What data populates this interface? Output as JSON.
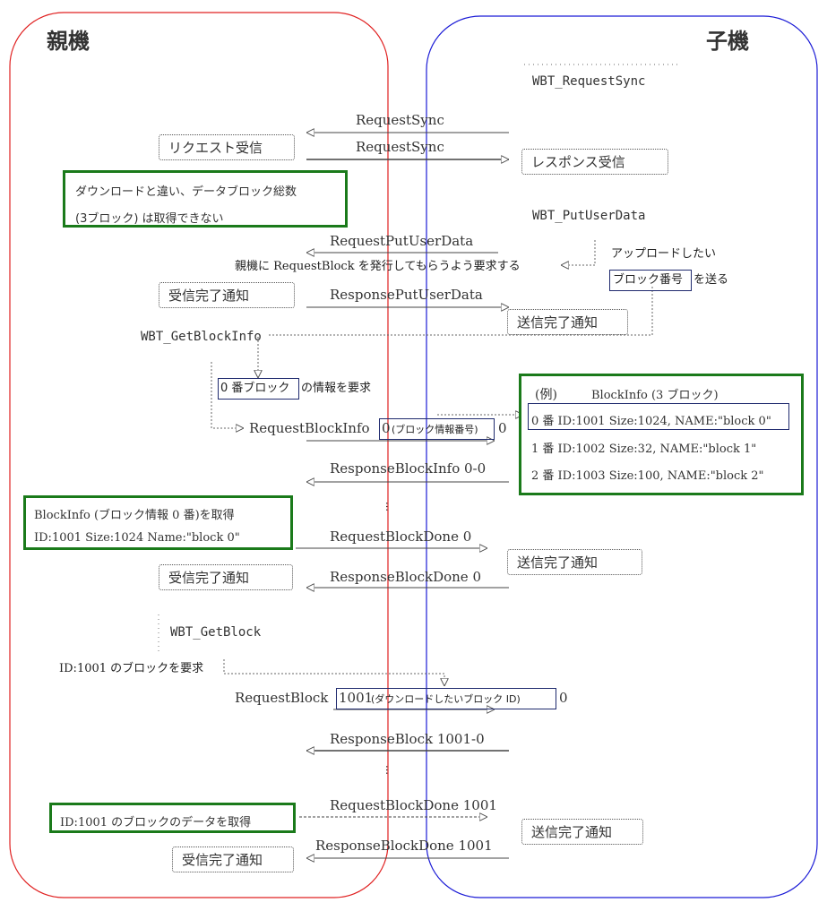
{
  "headings": {
    "parent": "親機",
    "child": "子機"
  },
  "calls": {
    "request_sync": "WBT_RequestSync",
    "put_user_data": "WBT_PutUserData",
    "get_block_info": "WBT_GetBlockInfo",
    "get_block": "WBT_GetBlock"
  },
  "messages": {
    "request_sync_1": "RequestSync",
    "request_sync_2": "RequestSync",
    "request_put_user_data": "RequestPutUserData",
    "response_put_user_data": "ResponsePutUserData",
    "request_block_info_prefix": "RequestBlockInfo",
    "request_block_info_num": "0",
    "request_block_info_sub": "(ブロック情報番号)",
    "request_block_info_suffix": "0",
    "response_block_info": "ResponseBlockInfo 0-0",
    "request_block_done_0": "RequestBlockDone 0",
    "response_block_done_0": "ResponseBlockDone 0",
    "request_block_prefix": "RequestBlock",
    "request_block_id": "1001",
    "request_block_sub": "(ダウンロードしたいブロック ID)",
    "request_block_suffix": "0",
    "response_block": "ResponseBlock 1001-0",
    "request_block_done_1001": "RequestBlockDone 1001",
    "response_block_done_1001": "ResponseBlockDone 1001"
  },
  "boxes": {
    "request_received": "リクエスト受信",
    "response_received": "レスポンス受信",
    "receive_complete_1": "受信完了通知",
    "send_complete_1": "送信完了通知",
    "receive_complete_2": "受信完了通知",
    "send_complete_2": "送信完了通知",
    "send_complete_3": "送信完了通知",
    "receive_complete_3": "受信完了通知"
  },
  "notes": {
    "download_note_1": "ダウンロードと違い、データブロック総数",
    "download_note_2": "(3ブロック) は取得できない",
    "ask_parent": "親機に RequestBlock を発行してもらうよう要求する",
    "upload_1": "アップロードしたい",
    "upload_block_no": "ブロック番号",
    "upload_2": "を送る",
    "block0_hl": "0 番ブロック",
    "block0_rest": "の情報を要求",
    "blockinfo_got_1": "BlockInfo (ブロック情報 0 番)を取得",
    "blockinfo_got_2": "ID:1001 Size:1024 Name:\"block 0\"",
    "id_request": "ID:1001 のブロックを要求",
    "data_got": "ID:1001 のブロックのデータを取得",
    "ellipsis": "…"
  },
  "example": {
    "header_label": "(例)",
    "header_title": "BlockInfo (3 ブロック)",
    "rows": [
      "0 番  ID:1001 Size:1024, NAME:\"block 0\"",
      "1 番  ID:1002 Size:32, NAME:\"block 1\"",
      "2 番  ID:1003 Size:100, NAME:\"block 2\""
    ]
  },
  "colors": {
    "parent_border": "#e02020",
    "child_border": "#1a1ad6",
    "note_border": "#1a7a1a",
    "highlight_border": "#1f2a6e"
  }
}
